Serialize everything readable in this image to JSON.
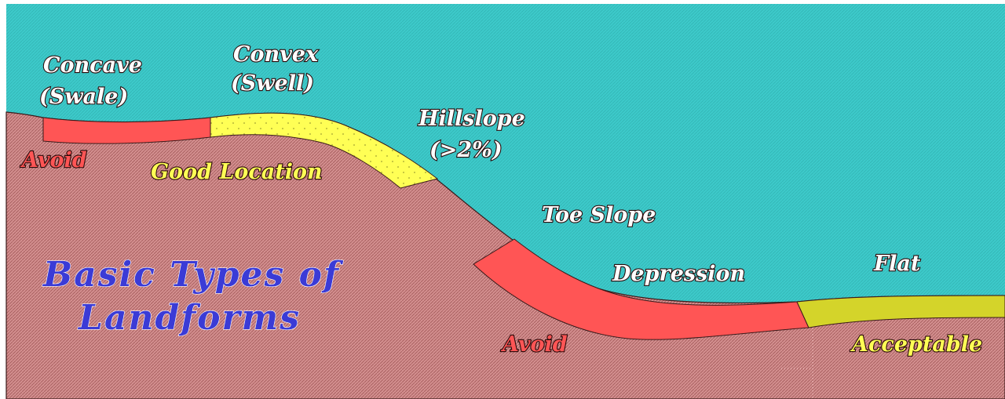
{
  "title": {
    "line1": "Basic Types of",
    "line2": "Landforms"
  },
  "labels": {
    "concave_line1": "Concave",
    "concave_line2": "(Swale)",
    "convex_line1": "Convex",
    "convex_line2": "(Swell)",
    "hillslope_line1": "Hillslope",
    "hillslope_line2": "(>2%)",
    "toe_slope": "Toe Slope",
    "depression": "Depression",
    "flat": "Flat"
  },
  "ratings": {
    "concave": "Avoid",
    "convex": "Good Location",
    "depression": "Avoid",
    "flat": "Acceptable"
  },
  "colors": {
    "sky": "#3cc8c8",
    "ground": "#cd8585",
    "avoid": "#ff5555",
    "good": "#ffff55",
    "acceptable": "#d4d42a",
    "title": "#3b3bd6"
  }
}
